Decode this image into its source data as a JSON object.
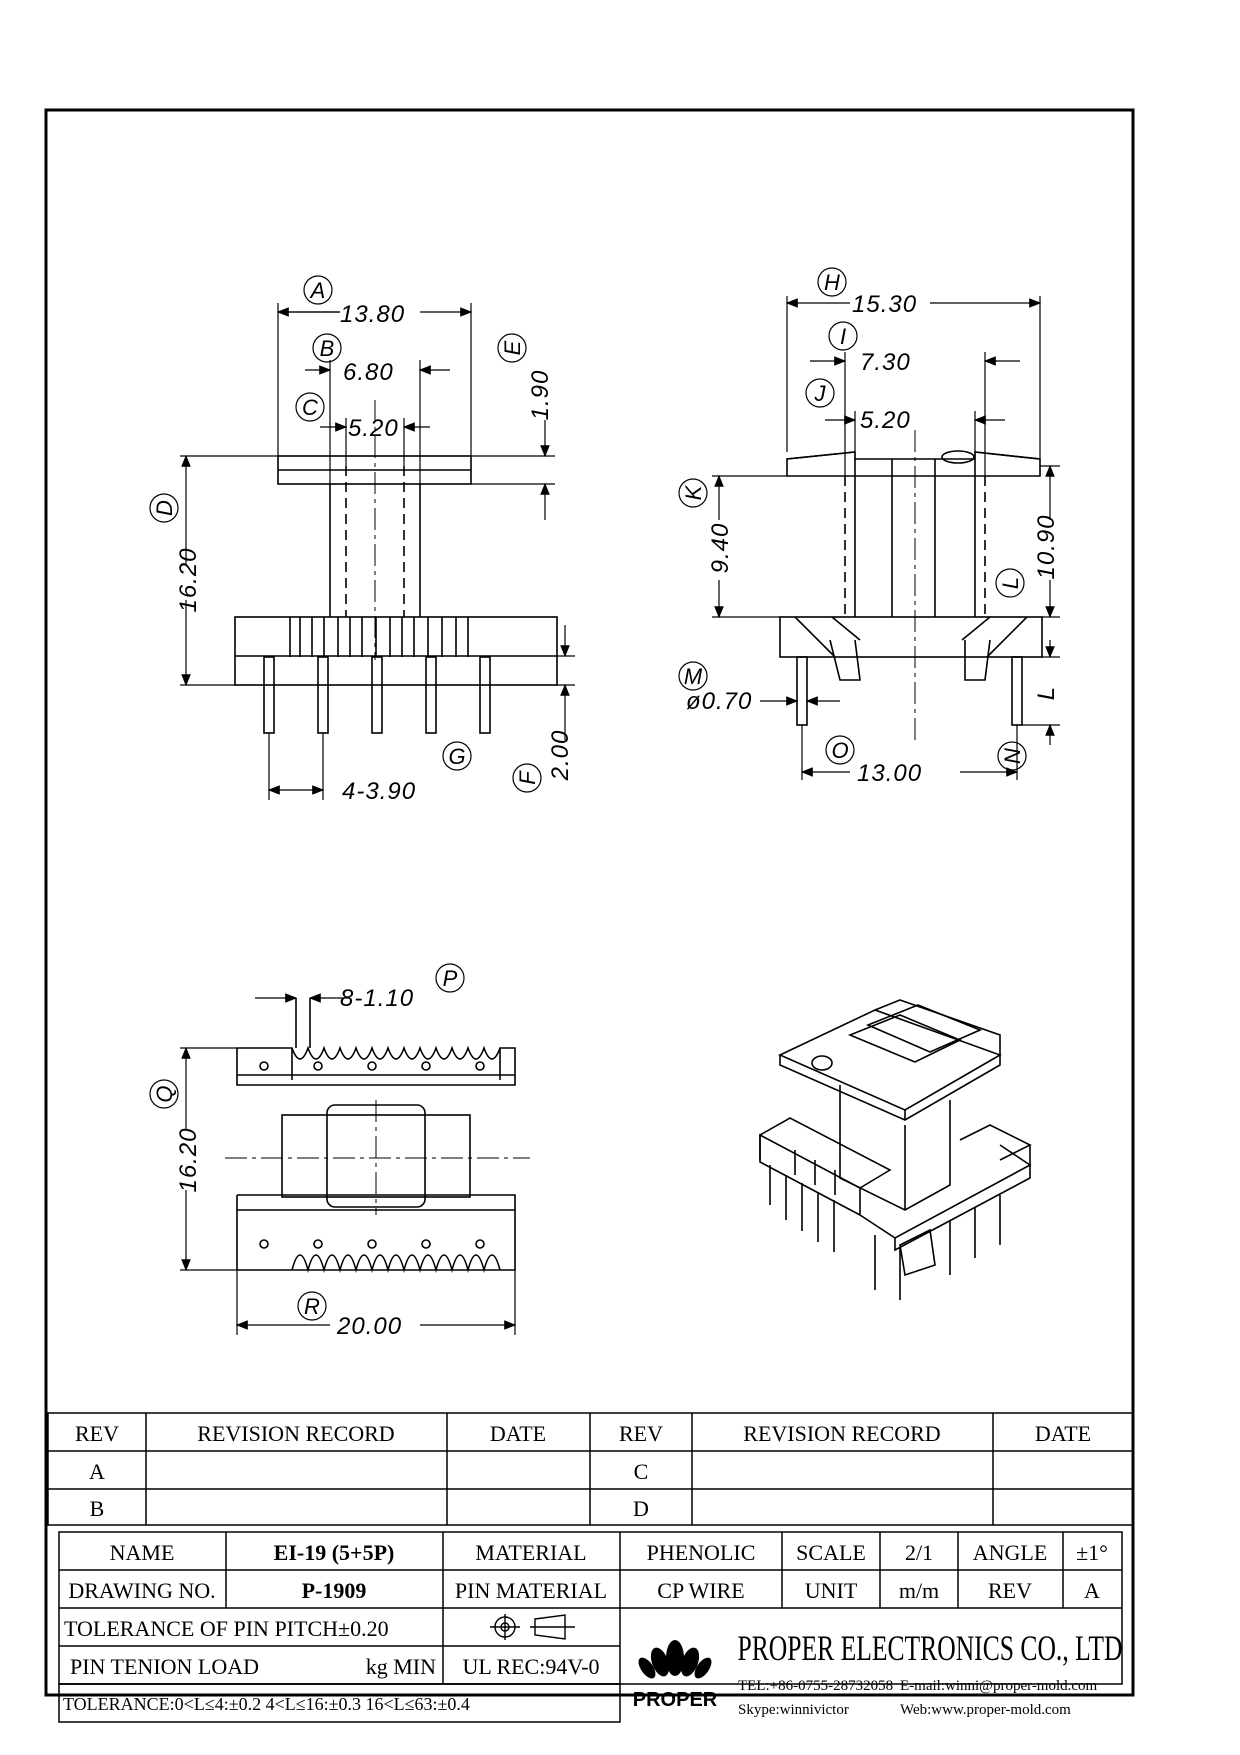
{
  "views": {
    "front": {
      "dims": {
        "A": "13.80",
        "B": "6.80",
        "C": "5.20",
        "D": "16.20",
        "E": "1.90",
        "F": "2.00",
        "G": "4-3.90"
      },
      "labels": [
        "A",
        "B",
        "C",
        "D",
        "E",
        "F",
        "G"
      ]
    },
    "side": {
      "dims": {
        "H": "15.30",
        "I": "7.30",
        "J": "5.20",
        "K": "9.40",
        "L_dim": "10.90",
        "M": "ø0.70",
        "O": "13.00",
        "L_pin": "L"
      },
      "labels": [
        "H",
        "I",
        "J",
        "K",
        "L",
        "M",
        "N",
        "O"
      ]
    },
    "bottom": {
      "dims": {
        "P": "8-1.10",
        "Q": "16.20",
        "R": "20.00"
      },
      "labels": [
        "P",
        "Q",
        "R"
      ]
    }
  },
  "revision_table": {
    "headers": [
      "REV",
      "REVISION RECORD",
      "DATE",
      "REV",
      "REVISION RECORD",
      "DATE"
    ],
    "rows": [
      [
        "A",
        "",
        "",
        "C",
        "",
        ""
      ],
      [
        "B",
        "",
        "",
        "D",
        "",
        ""
      ]
    ]
  },
  "title_block": {
    "name_label": "NAME",
    "name_value": "EI-19 (5+5P)",
    "material_label": "MATERIAL",
    "material_value": "PHENOLIC",
    "scale_label": "SCALE",
    "scale_value": "2/1",
    "angle_label": "ANGLE",
    "angle_value": "±1°",
    "drawing_no_label": "DRAWING NO.",
    "drawing_no_value": "P-1909",
    "pin_material_label": "PIN MATERIAL",
    "pin_material_value": "CP WIRE",
    "unit_label": "UNIT",
    "unit_value": "m/m",
    "rev_label": "REV",
    "rev_value": "A",
    "pin_pitch_tol": "TOLERANCE OF PIN PITCH±0.20",
    "pin_load_label": "PIN TENION LOAD",
    "pin_load_unit": "kg MIN",
    "ul": "UL REC:94V-0",
    "tolerance": "TOLERANCE:0<L≤4:±0.2  4<L≤16:±0.3  16<L≤63:±0.4",
    "company": "PROPER ELECTRONICS CO., LTD",
    "logo_text": "PROPER",
    "tel": "TEL:+86-0755-28732058",
    "email": "E-mail:winni@proper-mold.com",
    "skype": "Skype:winnivictor",
    "web": "Web:www.proper-mold.com"
  }
}
